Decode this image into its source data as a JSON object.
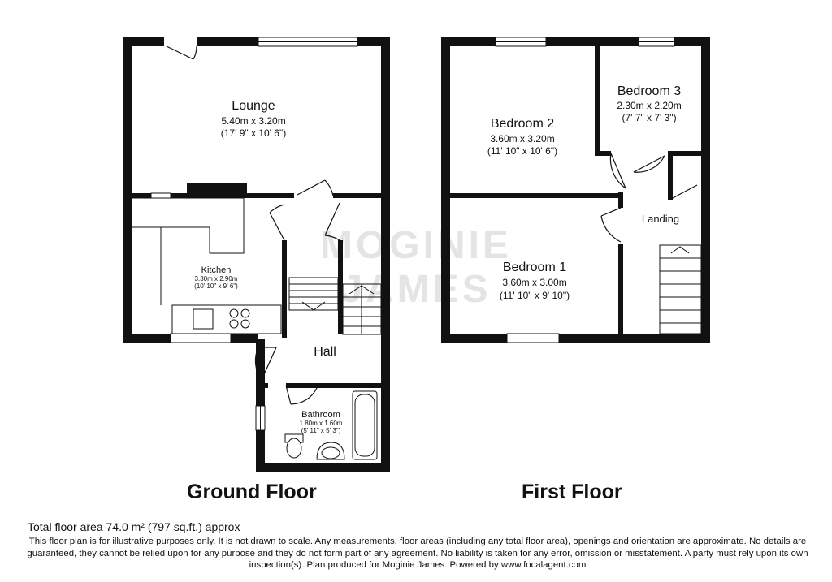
{
  "ground_floor": {
    "title": "Ground Floor",
    "rooms": {
      "lounge": {
        "name": "Lounge",
        "metric": "5.40m x 3.20m",
        "imperial": "(17' 9\" x 10' 6\")"
      },
      "kitchen": {
        "name": "Kitchen",
        "metric": "3.30m x 2.90m",
        "imperial": "(10' 10\" x 9' 6\")"
      },
      "hall": {
        "name": "Hall"
      },
      "bathroom": {
        "name": "Bathroom",
        "metric": "1.80m x 1.60m",
        "imperial": "(5' 11\" x 5' 3\")"
      }
    }
  },
  "first_floor": {
    "title": "First Floor",
    "rooms": {
      "bedroom2": {
        "name": "Bedroom 2",
        "metric": "3.60m x 3.20m",
        "imperial": "(11' 10\" x 10' 6\")"
      },
      "bedroom3": {
        "name": "Bedroom 3",
        "metric": "2.30m x 2.20m",
        "imperial": "(7' 7\" x 7' 3\")"
      },
      "bedroom1": {
        "name": "Bedroom 1",
        "metric": "3.60m x 3.00m",
        "imperial": "(11' 10\" x 9' 10\")"
      },
      "landing": {
        "name": "Landing"
      }
    }
  },
  "watermark": "MOGINIE JAMES",
  "total_area": "Total floor area 74.0 m² (797 sq.ft.) approx",
  "disclaimer": "This floor plan is for illustrative purposes only. It is not drawn to scale. Any measurements, floor areas (including any total floor area), openings and orientation are approximate. No details are guaranteed, they cannot be relied upon for any purpose and they do not form part of any agreement. No liability is taken for any error, omission or misstatement. A party must rely upon its own inspection(s). Plan produced for Moginie James. Powered by www.focalagent.com",
  "colors": {
    "wall": "#111111",
    "background": "#ffffff",
    "watermark": "#d8d8d8"
  }
}
